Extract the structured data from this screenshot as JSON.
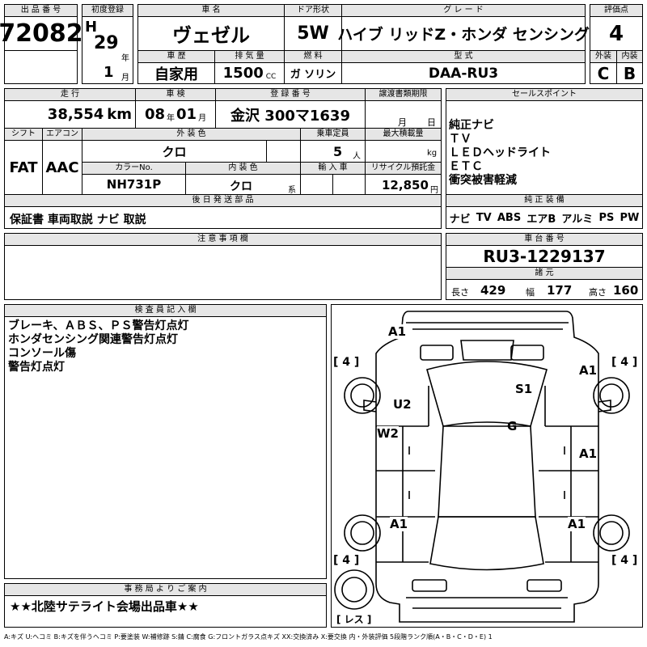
{
  "header": {
    "lot_label": "出 品 番 号",
    "lot_number": "72082",
    "first_reg_label": "初度登録",
    "era": "H",
    "year": "29",
    "year_unit": "年",
    "month": "1",
    "month_unit": "月",
    "car_name_label": "車 名",
    "car_name": "ヴェゼル",
    "door_label": "ドア形状",
    "door": "5W",
    "grade_label": "グ レ ー ド",
    "grade": "ハイブ リッドZ・ホンダ センシング",
    "score_label": "評価点",
    "score": "4",
    "history_label": "車 歴",
    "history": "自家用",
    "displacement_label": "排 気 量",
    "displacement": "1500",
    "displacement_unit": "CC",
    "fuel_label": "燃 料",
    "fuel": "ガ ソリン",
    "model_label": "型 式",
    "model": "DAA-RU3",
    "exterior_label": "外装",
    "exterior_grade": "C",
    "interior_label": "内装",
    "interior_grade": "B"
  },
  "row2": {
    "mileage_label": "走 行",
    "mileage": "38,554",
    "mileage_unit": "km",
    "inspection_label": "車 検",
    "inspection_year": "08",
    "inspection_year_unit": "年",
    "inspection_month": "01",
    "inspection_month_unit": "月",
    "reg_label": "登 録 番 号",
    "reg_number": "金沢 300マ1639",
    "transfer_label": "譲渡書類期限",
    "transfer_month_unit": "月",
    "transfer_day_unit": "日",
    "shift_label": "シフト",
    "shift": "FAT",
    "ac_label": "エアコン",
    "ac": "AAC",
    "ext_color_label": "外 装 色",
    "ext_color": "クロ",
    "capacity_label": "乗車定員",
    "capacity": "5",
    "capacity_unit": "人",
    "load_label": "最大積載量",
    "load_unit": "kg",
    "color_no_label": "カラーNo.",
    "color_no": "NH731P",
    "int_color_label": "内 装 色",
    "int_color": "クロ",
    "int_color_unit": "系",
    "import_label": "輸 入 車",
    "recycle_label": "リサイクル預託金",
    "recycle": "12,850",
    "recycle_unit": "円",
    "later_parts_label": "後 日 発 送 部 品",
    "later_parts": "保証書 車両取説 ナビ 取説"
  },
  "sales": {
    "label": "セールスポイント",
    "items": [
      "純正ナビ",
      "ＴＶ",
      "ＬＥＤヘッドライト",
      "ＥＴＣ",
      "衝突被害軽減"
    ],
    "equipment_label": "純 正 装 備",
    "equipment": [
      "ナビ",
      "TV",
      "ABS",
      "エアB",
      "アルミ",
      "PS",
      "PW"
    ]
  },
  "notes": {
    "label": "注 意 事 項 欄",
    "text": ""
  },
  "chassis": {
    "label": "車 台 番 号",
    "number": "RU3-1229137",
    "spec_label": "諸 元",
    "length_label": "長さ",
    "length": "429",
    "width_label": "幅",
    "width": "177",
    "height_label": "高さ",
    "height": "160"
  },
  "inspector": {
    "label": "検 査 員 記 入 欄",
    "lines": [
      "ブレーキ、ＡＢＳ、ＰＳ警告灯点灯",
      "ホンダセンシング関連警告灯点灯",
      "コンソール傷",
      "警告灯点灯"
    ]
  },
  "diagram": {
    "marks": {
      "a1_front": "A1",
      "s1": "S1",
      "g": "G",
      "u2": "U2",
      "w2": "W2",
      "a1_right_front": "A1",
      "a1_right_mid": "A1",
      "a1_left_rear": "A1",
      "a1_right_rear": "A1"
    },
    "tire_fl": "[ 4 ]",
    "tire_fr": "[ 4 ]",
    "tire_rl": "[ 4 ]",
    "tire_rr": "[ 4 ]",
    "spare": "[ レス ]"
  },
  "office": {
    "label": "事 務 局 よ り ご 案 内",
    "text": "★★北陸サテライト会場出品車★★"
  },
  "legend": "A:キズ U:ヘコミ B:キズを伴うヘコミ P:要塗装 W:補修跡 S:錆 C:腐食 G:フロントガラス点キズ XX:交換済み X:要交換 内・外装評価 5段階ランク順(A・B・C・D・E) 1"
}
